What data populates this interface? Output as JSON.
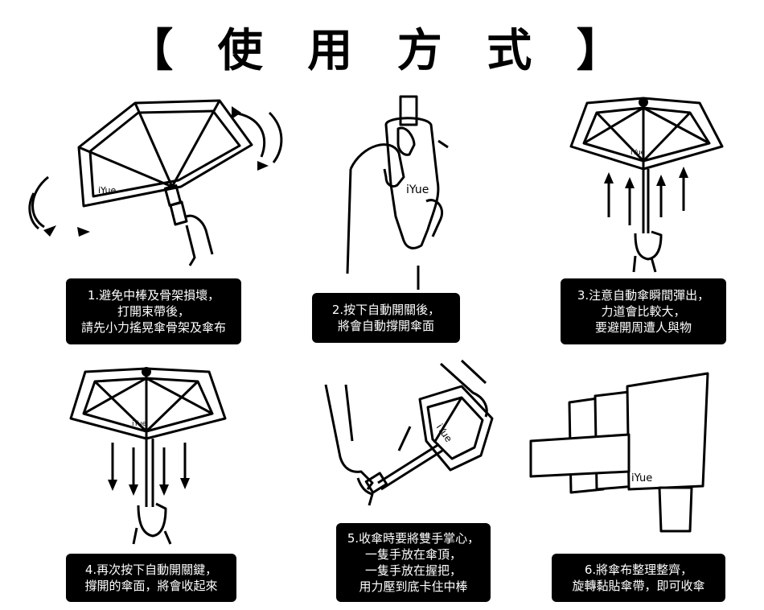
{
  "title": "【 使 用 方 式 】",
  "brand": "iYue",
  "steps": [
    {
      "lines": [
        "1.避免中棒及骨架損壞，",
        "打開束帶後，",
        "請先小力搖晃傘骨架及傘布"
      ]
    },
    {
      "lines": [
        "2.按下自動開關後，",
        "將會自動撐開傘面"
      ]
    },
    {
      "lines": [
        "3.注意自動傘瞬間彈出，",
        "力道會比較大，",
        "要避開周遭人與物"
      ]
    },
    {
      "lines": [
        "4.再次按下自動開關鍵，",
        "撐開的傘面，將會收起來"
      ]
    },
    {
      "lines": [
        "5.收傘時要將雙手掌心，",
        "一隻手放在傘頂，",
        "一隻手放在握把，",
        "用力壓到底卡住中棒"
      ]
    },
    {
      "lines": [
        "6.將傘布整理整齊，",
        "旋轉黏貼傘帶，即可收傘"
      ]
    }
  ]
}
